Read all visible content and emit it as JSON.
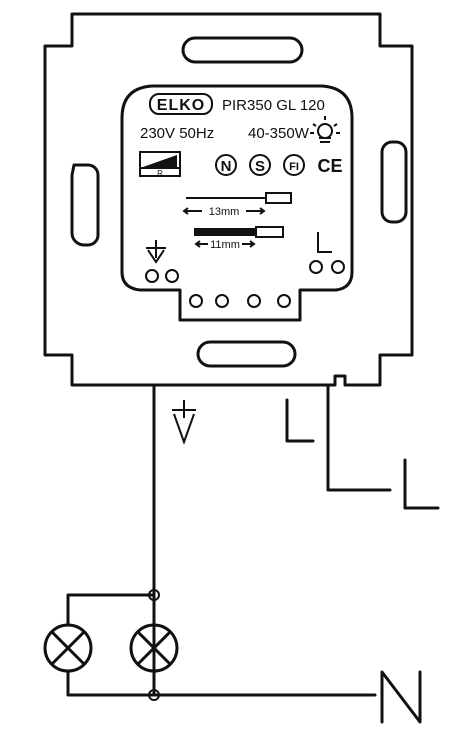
{
  "device": {
    "brand": "ELKO",
    "model": "PIR350 GL 120",
    "voltage": "230V 50Hz",
    "power": "40-350W"
  },
  "dimmer_symbol_label": "R",
  "approval_marks": [
    "N",
    "S",
    "FI",
    "CE"
  ],
  "strip_lengths": {
    "long": "13mm",
    "short": "11mm"
  },
  "terminals": {
    "ground_symbol": "earth-icon",
    "live_symbol": "L"
  },
  "wiring": {
    "live_label": "L",
    "neutral_label": "N",
    "lamp_count": 2
  }
}
